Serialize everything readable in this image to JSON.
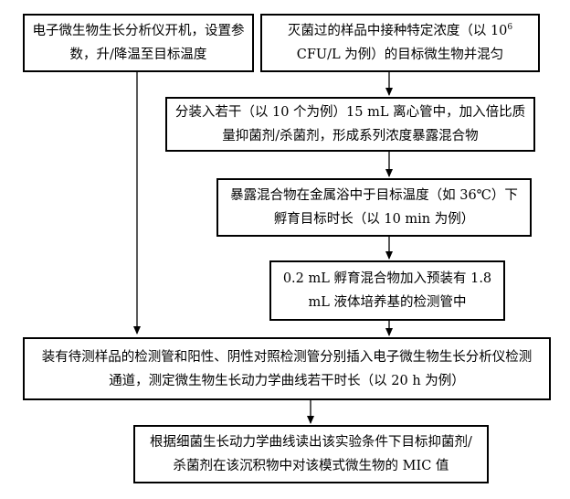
{
  "steps": {
    "s1": {
      "text": "电子微生物生长分析仪开机，设置参数，升/降温至目标温度"
    },
    "s2": {
      "text_a": "灭菌过的样品中接种特定浓度（以 10",
      "exponent": "6",
      "text_b": " CFU/L 为例）的目标微生物并混匀"
    },
    "s3": {
      "text": "分装入若干（以 10 个为例）15 mL 离心管中，加入倍比质量抑菌剂/杀菌剂，形成系列浓度暴露混合物"
    },
    "s4": {
      "text": "暴露混合物在金属浴中于目标温度（如 36℃）下孵育目标时长（以 10 min 为例）"
    },
    "s5": {
      "text": "0.2 mL 孵育混合物加入预装有 1.8 mL 液体培养基的检测管中"
    },
    "s6": {
      "text": "装有待测样品的检测管和阳性、阴性对照检测管分别插入电子微生物生长分析仪检测通道，测定微生物生长动力学曲线若干时长（以 20 h 为例）"
    },
    "s7": {
      "text": "根据细菌生长动力学曲线读出该实验条件下目标抑菌剂/杀菌剂在该沉积物中对该模式微生物的 MIC 值"
    }
  }
}
